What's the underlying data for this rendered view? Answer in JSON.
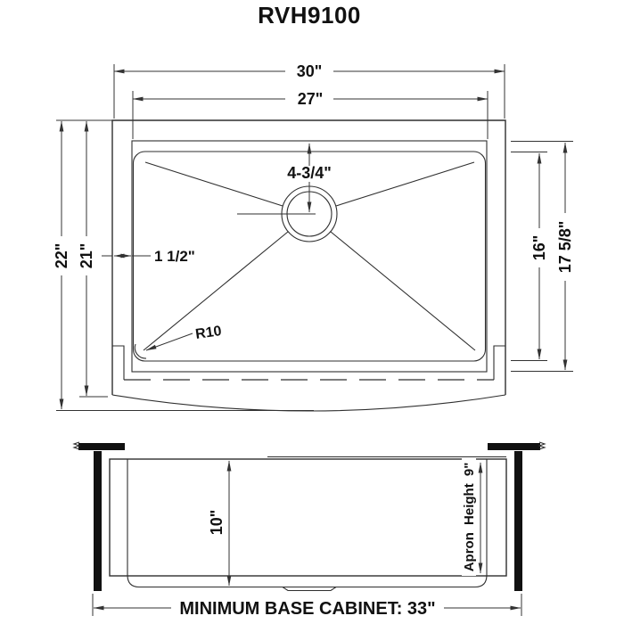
{
  "title": "RVH9100",
  "colors": {
    "background": "#ffffff",
    "line": "#2f2f2f",
    "text": "#111111"
  },
  "top_view": {
    "overall_width": "30\"",
    "bowl_opening_width": "27\"",
    "overall_front_to_back": "22\"",
    "rim_front_to_back": "21\"",
    "bowl_front_to_back": "16\"",
    "opening_front_to_back": "17 5/8\"",
    "drain_offset_from_back": "4-3/4\"",
    "rim_width": "1 1/2\"",
    "corner_radius": "R10"
  },
  "front_view": {
    "bowl_depth": "10\"",
    "apron_height": "Apron Height 9\"",
    "base_cabinet": "MINIMUM BASE CABINET: 33\""
  }
}
